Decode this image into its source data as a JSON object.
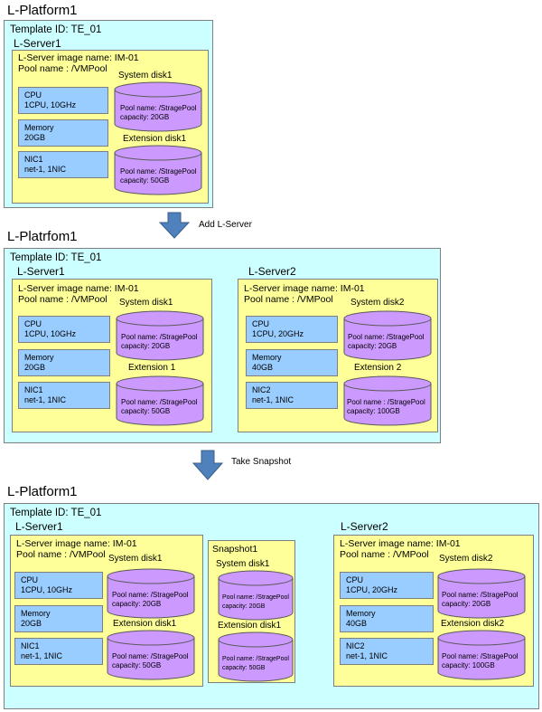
{
  "colors": {
    "platform_bg": "#ccffff",
    "server_bg": "#ffff99",
    "resource_bg": "#99ccff",
    "disk_fill": "#cc99ff",
    "arrow": "#4f81bd"
  },
  "stage1": {
    "platform_title": "L-Platform1",
    "template": "Template  ID: TE_01",
    "server1": {
      "title": "L-Server1",
      "image": "L-Server image name: IM-01",
      "pool": "Pool name : /VMPool",
      "cpu": {
        "title": "CPU",
        "value": "1CPU, 10GHz"
      },
      "memory": {
        "title": "Memory",
        "value": "20GB"
      },
      "nic": {
        "title": "NIC1",
        "value": "net-1, 1NIC"
      },
      "disk1": {
        "label": "System disk1",
        "pool": "Pool name: /StragePool",
        "capacity": "capacity: 20GB"
      },
      "disk2": {
        "label": "Extension disk1",
        "pool": "Pool name: /StragePool",
        "capacity": "capacity: 50GB"
      }
    }
  },
  "arrow1_label": "Add L-Server",
  "stage2": {
    "platform_title": "L-Platrfom1",
    "template": "Template ID: TE_01",
    "server1": {
      "title": "L-Server1",
      "image": "L-Server image name: IM-01",
      "pool": "Pool name : /VMPool",
      "cpu": {
        "title": "CPU",
        "value": "1CPU, 10GHz"
      },
      "memory": {
        "title": "Memory",
        "value": "20GB"
      },
      "nic": {
        "title": "NIC1",
        "value": "net-1, 1NIC"
      },
      "disk1": {
        "label": "System disk1",
        "pool": "Pool name: /StragePool",
        "capacity": "capacity: 20GB"
      },
      "disk2": {
        "label": "Extension 1",
        "pool": "Pool name: /StragePool",
        "capacity": "capacity: 50GB"
      }
    },
    "server2": {
      "title": "L-Server2",
      "image": "L-Server image name: IM-01",
      "pool": "Pool name : /VMPool",
      "cpu": {
        "title": "CPU",
        "value": "1CPU, 20GHz"
      },
      "memory": {
        "title": "Memory",
        "value": "40GB"
      },
      "nic": {
        "title": "NIC2",
        "value": "net-1, 1NIC"
      },
      "disk1": {
        "label": "System disk2",
        "pool": "Pool name: /StragePool",
        "capacity": "capacity: 20GB"
      },
      "disk2": {
        "label": "Extension 2",
        "pool": "Pool name : /StragePool",
        "capacity": "capacity: 100GB"
      }
    }
  },
  "arrow2_label": "Take Snapshot",
  "stage3": {
    "platform_title": "L-Platform1",
    "template": "Template  ID: TE_01",
    "server1": {
      "title": "L-Server1",
      "image": "L-Server image name: IM-01",
      "pool": "Pool name : /VMPool",
      "cpu": {
        "title": "CPU",
        "value": "1CPU, 10GHz"
      },
      "memory": {
        "title": "Memory",
        "value": "20GB"
      },
      "nic": {
        "title": "NIC1",
        "value": "net-1, 1NIC"
      },
      "disk1": {
        "label": "System disk1",
        "pool": "Pool name: /StragePool",
        "capacity": "capacity: 20GB"
      },
      "disk2": {
        "label": "Extension disk1",
        "pool": "Pool name: /StragePool",
        "capacity": "capacity: 50GB"
      }
    },
    "snapshot": {
      "title": "Snapshot1",
      "disk1": {
        "label": "System disk1",
        "pool": "Pool name: /StragePool",
        "capacity": "capacity: 20GB"
      },
      "disk2": {
        "label": "Extension disk1",
        "pool": "Pool name: /StragePool",
        "capacity": "capacity: 50GB"
      }
    },
    "server2": {
      "title": "L-Server2",
      "image": "L-Server image name: IM-01",
      "pool": "Pool name : /VMPool",
      "cpu": {
        "title": "CPU",
        "value": "1CPU, 20GHz"
      },
      "memory": {
        "title": "Memory",
        "value": "40GB"
      },
      "nic": {
        "title": "NIC2",
        "value": "net-1, 1NIC"
      },
      "disk1": {
        "label": "System disk2",
        "pool": "Pool name: /StragePool",
        "capacity": "capacity: 20GB"
      },
      "disk2": {
        "label": "Extension disk2",
        "pool": "Pool name: /StragePool",
        "capacity": "capacity: 100GB"
      }
    }
  }
}
